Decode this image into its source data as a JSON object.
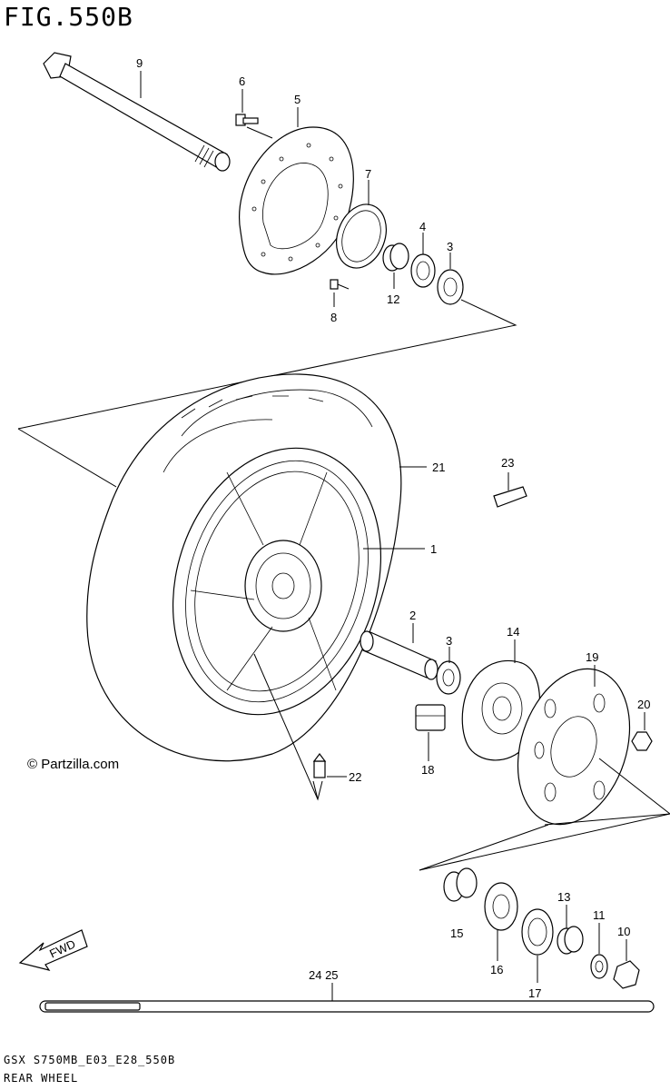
{
  "figure": {
    "title": "FIG.550B",
    "code": "GSX S750MB_E03_E28_550B",
    "name": "REAR WHEEL"
  },
  "watermark": "© Partzilla.com",
  "fwd_label": "FWD",
  "labels": {
    "p1": "1",
    "p2": "2",
    "p3a": "3",
    "p3b": "3",
    "p4": "4",
    "p5": "5",
    "p6": "6",
    "p7": "7",
    "p8": "8",
    "p9": "9",
    "p10": "10",
    "p11": "11",
    "p12": "12",
    "p13": "13",
    "p14": "14",
    "p15": "15",
    "p16": "16",
    "p17": "17",
    "p18": "18",
    "p19": "19",
    "p20": "20",
    "p21": "21",
    "p22": "22",
    "p23": "23",
    "p24_25": "24 25"
  },
  "colors": {
    "line": "#000000",
    "background": "#ffffff"
  }
}
